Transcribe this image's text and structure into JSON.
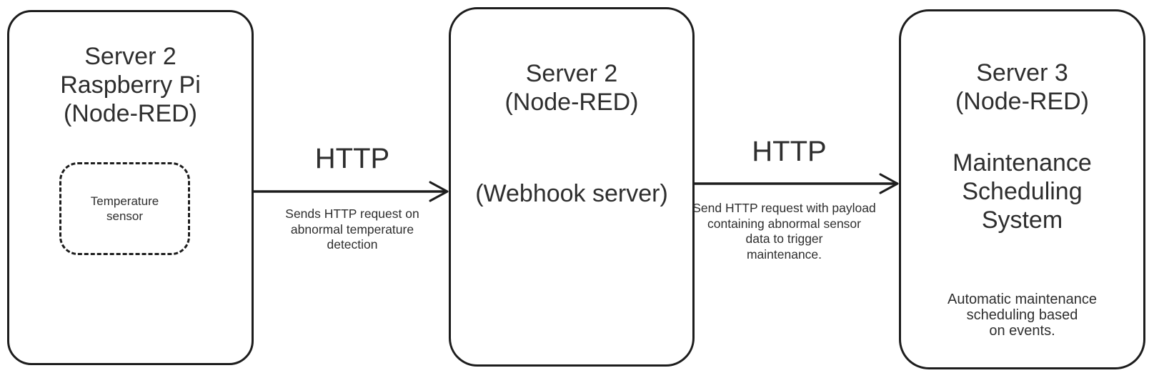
{
  "canvas": {
    "background": "#ffffff",
    "stroke_color": "#1d1d1d",
    "text_color": "#2e2e2e"
  },
  "nodes": {
    "pi": {
      "title": "Server 2\nRaspberry Pi\n(Node-RED)",
      "sensor_label": "Temperature\nsensor"
    },
    "webhook": {
      "title": "Server 2\n(Node-RED)",
      "subtitle": "(Webhook server)"
    },
    "scheduler": {
      "title": "Server 3\n(Node-RED)",
      "system_label": "Maintenance\nScheduling\nSystem",
      "note": "Automatic maintenance\nscheduling based\non events."
    }
  },
  "edges": {
    "pi_to_webhook": {
      "protocol": "HTTP",
      "note": "Sends HTTP request on\nabnormal temperature\ndetection"
    },
    "webhook_to_scheduler": {
      "protocol": "HTTP",
      "note": "Send HTTP request with payload\ncontaining abnormal sensor\ndata to trigger\nmaintenance."
    }
  }
}
